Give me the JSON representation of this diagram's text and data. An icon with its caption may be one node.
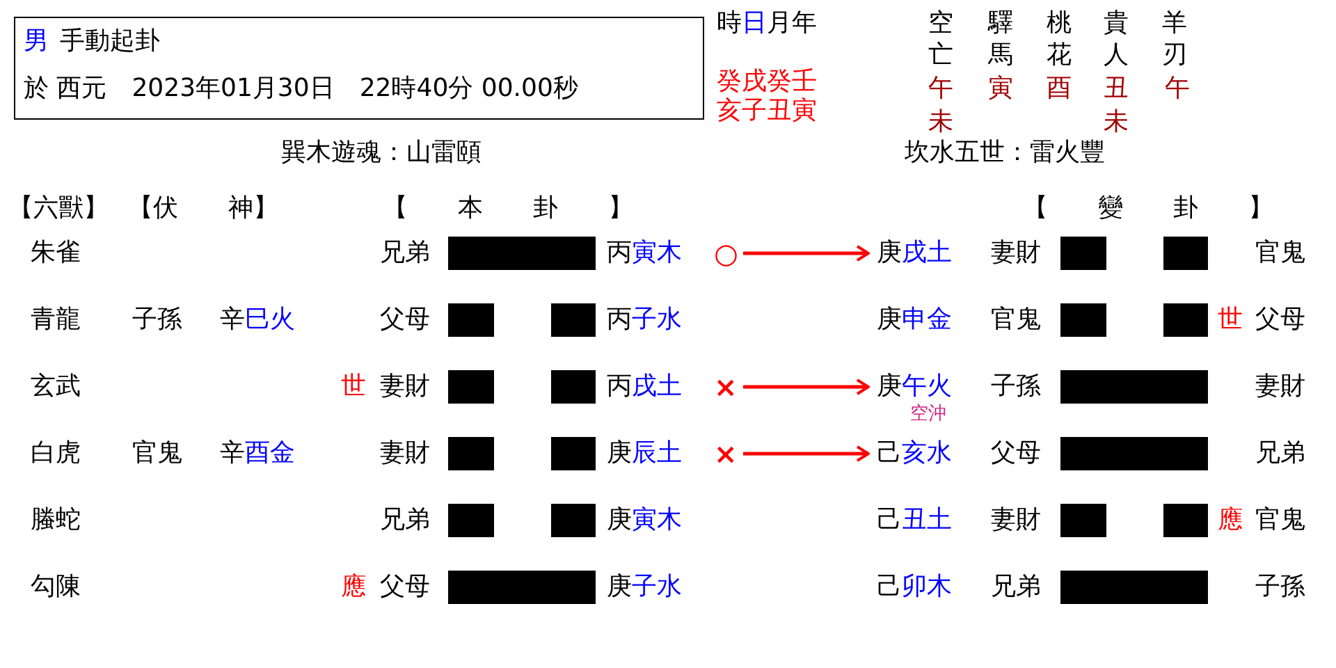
{
  "diagram": {
    "nodes": [
      {
        "text": [
          "男",
          "手動起卦",
          "於 西元　2023年01月30日　22時40分 00.00秒"
        ]
      },
      {
        "text": [
          "○"
        ]
      },
      {
        "text": [
          "庚戌土"
        ]
      },
      {
        "text": [
          "×"
        ]
      },
      {
        "text": [
          "庚午火"
        ],
        "beside": [
          "空沖"
        ]
      },
      {
        "text": [
          "×"
        ]
      },
      {
        "text": [
          "己亥水"
        ]
      }
    ],
    "edges": [
      {
        "from": 1,
        "to": 2,
        "arrow": "to"
      },
      {
        "from": 3,
        "to": 4,
        "arrow": "to"
      },
      {
        "from": 5,
        "to": 6,
        "arrow": "to"
      }
    ],
    "labels": [
      "時日月年",
      "空亡",
      "驛馬",
      "桃花",
      "貴人",
      "羊刃",
      "癸戌癸壬",
      "亥子丑寅",
      "午",
      "寅",
      "酉",
      "丑",
      "午",
      "未",
      "未",
      "巽木遊魂：山雷頤",
      "坎水五世：雷火豐",
      "【六獸】",
      "【伏　　神】",
      "【　　本　　卦　　】",
      "【　　變　　卦　　】",
      "朱雀",
      "兄弟",
      "丙寅木",
      "妻財",
      "官鬼",
      "青龍",
      "子孫",
      "辛巳火",
      "父母",
      "丙子水",
      "庚申金",
      "官鬼",
      "世",
      "父母",
      "玄武",
      "世",
      "妻財",
      "丙戌土",
      "子孫",
      "妻財",
      "白虎",
      "官鬼",
      "辛酉金",
      "妻財",
      "庚辰土",
      "父母",
      "兄弟",
      "螣蛇",
      "兄弟",
      "庚寅木",
      "己丑土",
      "妻財",
      "應",
      "官鬼",
      "勾陳",
      "應",
      "父母",
      "庚子水",
      "己卯木",
      "兄弟",
      "子孫"
    ]
  }
}
